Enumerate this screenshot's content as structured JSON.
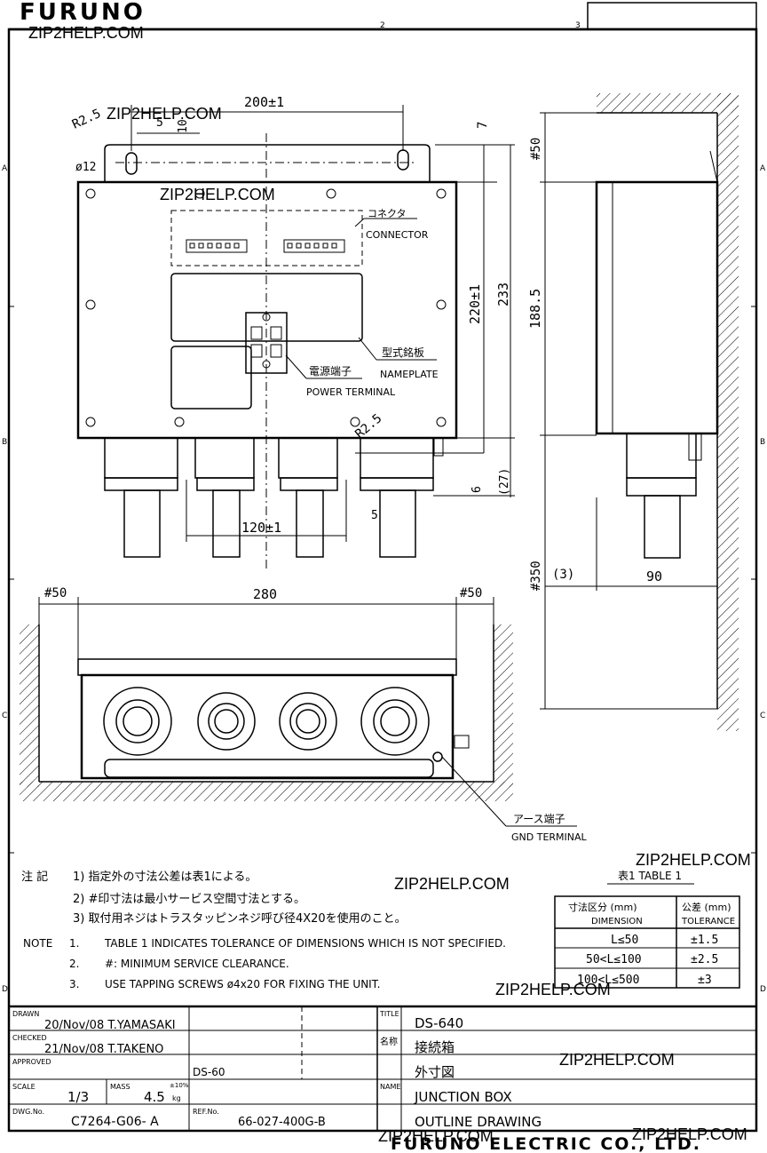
{
  "header": {
    "brand": "FURUNO",
    "grid_cols": [
      "2",
      "3"
    ],
    "grid_rows": [
      "A",
      "B",
      "C",
      "D"
    ]
  },
  "watermarks": [
    "ZIP2HELP.COM",
    "ZIP2HELP.COM",
    "ZIP2HELP.COM",
    "ZIP2HELP.COM",
    "ZIP2HELP.COM",
    "ZIP2HELP.COM",
    "ZIP2HELP.COM",
    "ZIP2HELP.COM",
    "ZIP2HELP.COM"
  ],
  "front_view": {
    "dim_width": "200±1",
    "dim_r": "R2.5",
    "dim_5": "5",
    "dim_10": "10",
    "dim_hole": "ø12",
    "dim_7": "7",
    "dim_220": "220±1",
    "dim_233": "233",
    "dim_120": "120±1",
    "dim_5b": "5",
    "dim_6": "6",
    "dim_27": "(27)",
    "dim_r2": "R2.5",
    "connector_jp": "コネクタ",
    "connector_en": "CONNECTOR",
    "nameplate_jp": "型式銘板",
    "nameplate_en": "NAMEPLATE",
    "power_jp": "電源端子",
    "power_en": "POWER TERMINAL"
  },
  "side_view": {
    "dim_50": "#50",
    "dim_188": "188.5",
    "dim_350": "#350",
    "dim_3": "(3)",
    "dim_90": "90"
  },
  "bottom_view": {
    "dim_50l": "#50",
    "dim_280": "280",
    "dim_50r": "#50",
    "gnd_jp": "アース端子",
    "gnd_en": "GND TERMINAL"
  },
  "notes_jp": {
    "label": "注 記",
    "n1": "1)  指定外の寸法公差は表1による。",
    "n2": "2)  #印寸法は最小サービス空間寸法とする。",
    "n3": "3)  取付用ネジはトラスタッピンネジ呼び径4X20を使用のこと。"
  },
  "notes_en": {
    "label": "NOTE",
    "n1_num": "1.",
    "n1": "TABLE 1 INDICATES TOLERANCE OF DIMENSIONS WHICH IS NOT SPECIFIED.",
    "n2_num": "2.",
    "n2": "#: MINIMUM SERVICE CLEARANCE.",
    "n3_num": "3.",
    "n3": "USE TAPPING SCREWS ø4x20 FOR FIXING THE UNIT."
  },
  "table1": {
    "title": "表1  TABLE 1",
    "h1_jp": "寸法区分 (mm)",
    "h1_en": "DIMENSION",
    "h2_jp": "公差 (mm)",
    "h2_en": "TOLERANCE",
    "rows": [
      {
        "dim": "L≤50",
        "tol": "±1.5"
      },
      {
        "dim": "50<L≤100",
        "tol": "±2.5"
      },
      {
        "dim": "100<L≤500",
        "tol": "±3"
      }
    ]
  },
  "title_block": {
    "drawn_label": "DRAWN",
    "drawn_val": "20/Nov/08 T.YAMASAKI",
    "checked_label": "CHECKED",
    "checked_val": "21/Nov/08 T.TAKENO",
    "approved_label": "APPROVED",
    "scale_label": "SCALE",
    "scale_val": "1/3",
    "mass_label": "MASS",
    "mass_val": "4.5",
    "mass_tol": "±10%",
    "mass_unit": "kg",
    "ds60": "DS-60",
    "dwg_label": "DWG.No.",
    "dwg_val": "C7264-G06- A",
    "ref_label": "REF.No.",
    "ref_val": "66-027-400G-B",
    "title_label": "TITLE",
    "title_val": "DS-640",
    "name_jp_label": "名称",
    "name_jp1": "接続箱",
    "name_jp2": "外寸図",
    "name_label": "NAME",
    "name_en1": "JUNCTION BOX",
    "name_en2": "OUTLINE DRAWING",
    "company": "FURUNO ELECTRIC CO., LTD."
  }
}
